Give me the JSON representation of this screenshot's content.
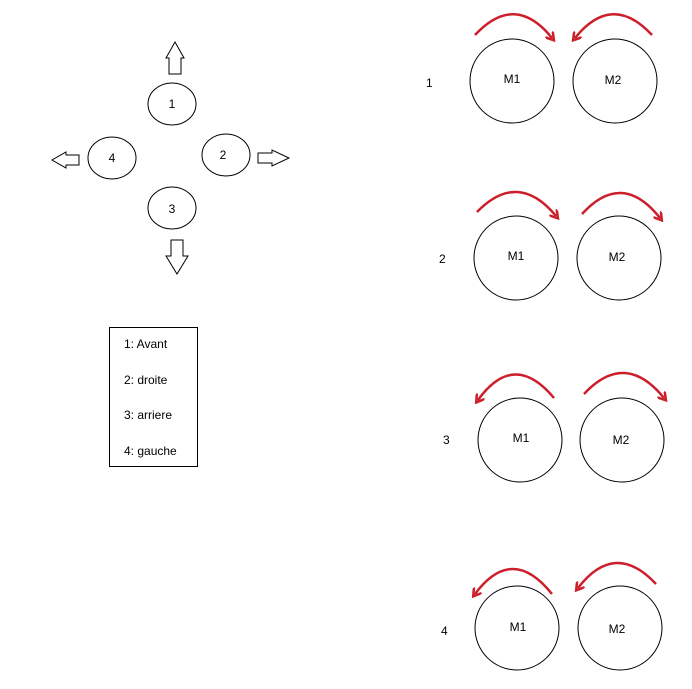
{
  "direction_pad": {
    "items": [
      {
        "label": "1"
      },
      {
        "label": "2"
      },
      {
        "label": "3"
      },
      {
        "label": "4"
      }
    ]
  },
  "legend": {
    "items": [
      {
        "text": "1: Avant"
      },
      {
        "text": "2: droite"
      },
      {
        "text": "3: arriere"
      },
      {
        "text": "4: gauche"
      }
    ]
  },
  "motor_rows": [
    {
      "index": "1",
      "left_motor": "M1",
      "right_motor": "M2",
      "left_rotation": "clockwise",
      "right_rotation": "counterclockwise"
    },
    {
      "index": "2",
      "left_motor": "M1",
      "right_motor": "M2",
      "left_rotation": "clockwise",
      "right_rotation": "clockwise"
    },
    {
      "index": "3",
      "left_motor": "M1",
      "right_motor": "M2",
      "left_rotation": "counterclockwise",
      "right_rotation": "clockwise"
    },
    {
      "index": "4",
      "left_motor": "M1",
      "right_motor": "M2",
      "left_rotation": "counterclockwise",
      "right_rotation": "counterclockwise"
    }
  ],
  "colors": {
    "rotation_arrow": "#cc1f2b",
    "stroke": "#000000",
    "background": "#ffffff"
  }
}
